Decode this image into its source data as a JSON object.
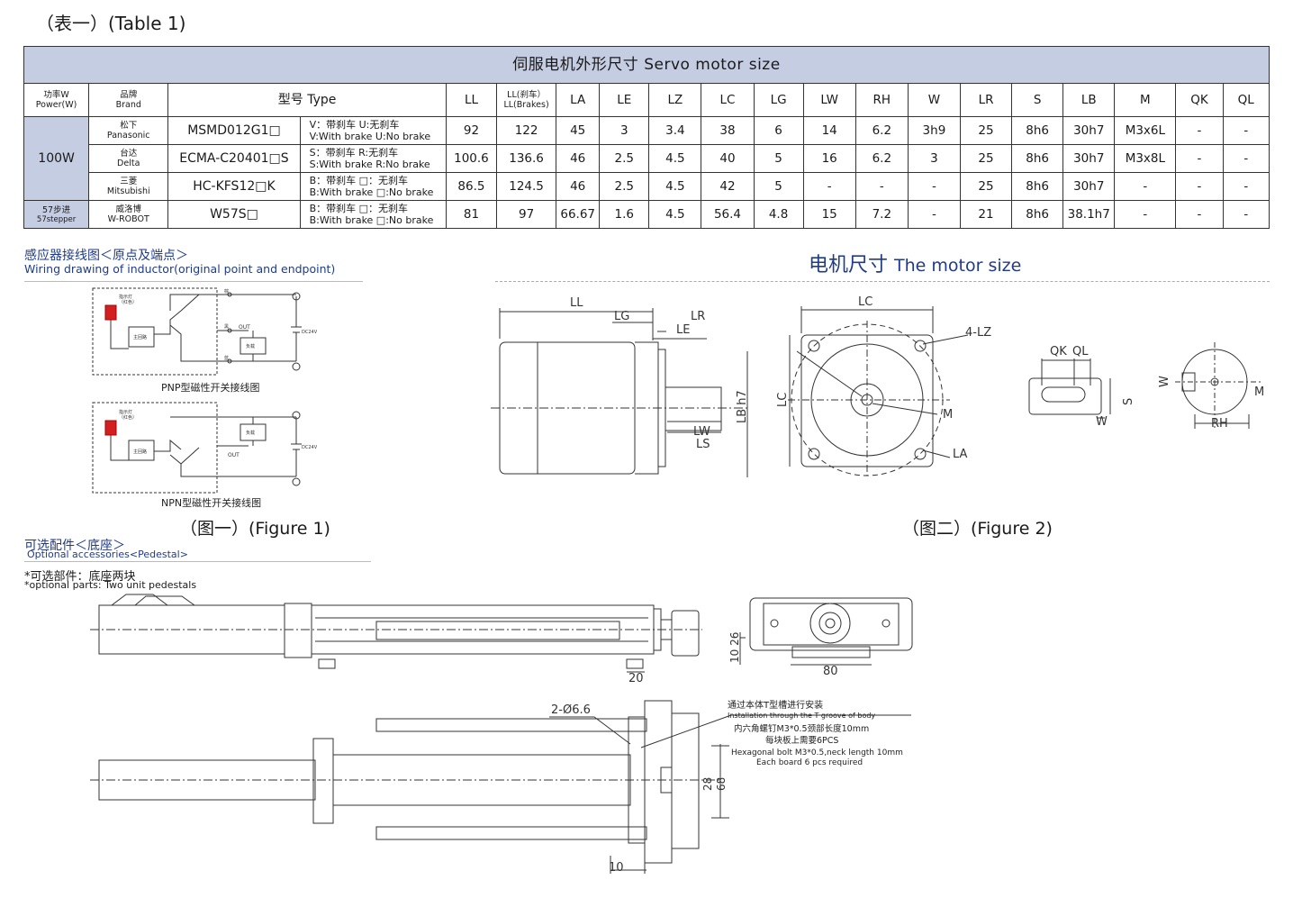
{
  "table_label": "（表一）(Table 1)",
  "table": {
    "caption": "伺服电机外形尺寸  Servo motor size",
    "header": {
      "power": [
        "功率W",
        "Power(W)"
      ],
      "brand": [
        "品牌",
        "Brand"
      ],
      "type": "型号 Type",
      "cols": [
        "LL",
        "LA",
        "LE",
        "LZ",
        "LC",
        "LG",
        "LW",
        "RH",
        "W",
        "LR",
        "S",
        "LB",
        "M",
        "QK",
        "QL"
      ],
      "ll_brake": [
        "LL(刹车）",
        "LL(Brakes)"
      ]
    },
    "rows": [
      {
        "power": "100W",
        "brand": [
          "松下",
          "Panasonic"
        ],
        "model": "MSMD012G1□",
        "note": [
          "V：带刹车 U:无刹车",
          "V:With brake  U:No brake"
        ],
        "vals": [
          "92",
          "122",
          "45",
          "3",
          "3.4",
          "38",
          "6",
          "14",
          "6.2",
          "3h9",
          "25",
          "8h6",
          "30h7",
          "M3x6L",
          "-",
          "-"
        ]
      },
      {
        "power": "",
        "brand": [
          "台达",
          "Delta"
        ],
        "model": "ECMA-C20401□S",
        "note": [
          "S：带刹车 R:无刹车",
          "S:With brake  R:No brake"
        ],
        "vals": [
          "100.6",
          "136.6",
          "46",
          "2.5",
          "4.5",
          "40",
          "5",
          "16",
          "6.2",
          "3",
          "25",
          "8h6",
          "30h7",
          "M3x8L",
          "-",
          "-"
        ]
      },
      {
        "power": "",
        "brand": [
          "三菱",
          "Mitsubishi"
        ],
        "model": "HC-KFS12□K",
        "note": [
          "B：带刹车    □：无刹车",
          "B:With brake  □:No brake"
        ],
        "vals": [
          "86.5",
          "124.5",
          "46",
          "2.5",
          "4.5",
          "42",
          "5",
          "-",
          "-",
          "-",
          "25",
          "8h6",
          "30h7",
          "-",
          "-",
          "-"
        ]
      },
      {
        "power": [
          "57步进",
          "57stepper"
        ],
        "brand": [
          "威洛博",
          "W-ROBOT"
        ],
        "model": "W57S□",
        "note": [
          "B：带刹车    □：无刹车",
          "B:With brake  □:No brake"
        ],
        "vals": [
          "81",
          "97",
          "66.67",
          "1.6",
          "4.5",
          "56.4",
          "4.8",
          "15",
          "7.2",
          "-",
          "21",
          "8h6",
          "38.1h7",
          "-",
          "-",
          "-"
        ]
      }
    ]
  },
  "wiring": {
    "title": "感应器接线图＜原点及端点＞",
    "subtitle": "Wiring drawing of inductor(original point and endpoint)",
    "pnp_label": "PNP型磁性开关接线图",
    "npn_label": "NPN型磁性开关接线图",
    "lamp": "指示灯",
    "lamp_color": "（红色）",
    "main_circuit": "主回路",
    "load": "负载",
    "out": "OUT",
    "dc": "DC24V",
    "brown": "棕",
    "black": "黑",
    "blue": "蓝",
    "figure": "（图一）(Figure 1)"
  },
  "motor": {
    "title_cn": "电机尺寸",
    "title_en": "The motor size",
    "figure": "（图二）(Figure 2)",
    "labels": {
      "ll": "LL",
      "lg": "LG",
      "lr": "LR",
      "le": "LE",
      "lbh7": "LB h7",
      "lw": "LW",
      "ls": "LS",
      "lc": "LC",
      "lc_side": "LC",
      "lz": "4-LZ",
      "m": "M",
      "la": "LA",
      "qk": "QK",
      "ql": "QL",
      "s": "S",
      "w": "W",
      "w2": "W",
      "m2": "M",
      "rh": "RH"
    }
  },
  "accessories": {
    "title": "可选配件＜底座＞",
    "subtitle": "Optional accessories<Pedestal>",
    "note_cn": "*可选部件：底座两块",
    "note_en": "*optional parts: Two unit pedestals",
    "dims": {
      "d20": "20",
      "d1026": "10 26",
      "d80": "80",
      "d66": "2-Ø6.6",
      "d28": "28",
      "d68": "68",
      "d10": "10"
    },
    "install_cn": "通过本体T型槽进行安装",
    "install_en": "Installation through the T groove of body",
    "bolt_cn": "内六角螺钉M3*0.5颈部长度10mm",
    "board_cn": "每块板上需要6PCS",
    "bolt_en": "Hexagonal bolt M3*0.5,neck length 10mm",
    "board_en": "Each board 6 pcs required"
  }
}
